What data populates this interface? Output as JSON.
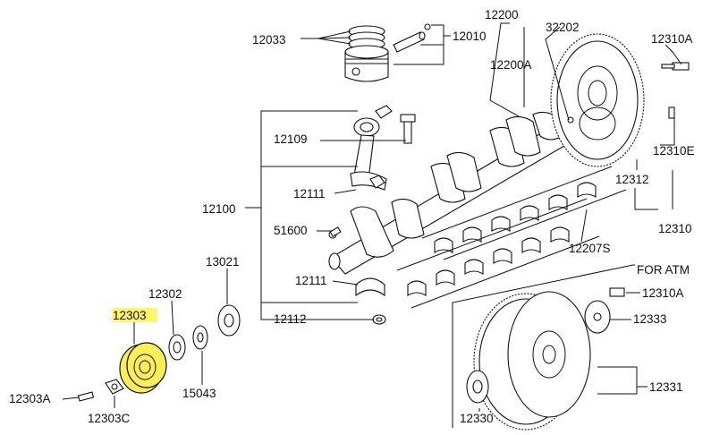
{
  "labels": {
    "p12033": "12033",
    "p12010": "12010",
    "p12200": "12200",
    "p32202": "32202",
    "p12310a_top": "12310A",
    "p12200a": "12200A",
    "p12109": "12109",
    "p12310e": "12310E",
    "p12312": "12312",
    "p12111_top": "12111",
    "p12100": "12100",
    "p12310": "12310",
    "p51600": "51600",
    "p12207s": "12207S",
    "p13021": "13021",
    "for_atm": "FOR ATM",
    "p12111_bot": "12111",
    "p12302": "12302",
    "p12310a_atm": "12310A",
    "p12303": "12303",
    "p12333": "12333",
    "p12112": "12112",
    "p12331": "12331",
    "p15043": "15043",
    "p12303a": "12303A",
    "p12303c": "12303C",
    "p12330": "12330"
  },
  "highlight": {
    "part": "12303",
    "color": "#fff66a"
  }
}
